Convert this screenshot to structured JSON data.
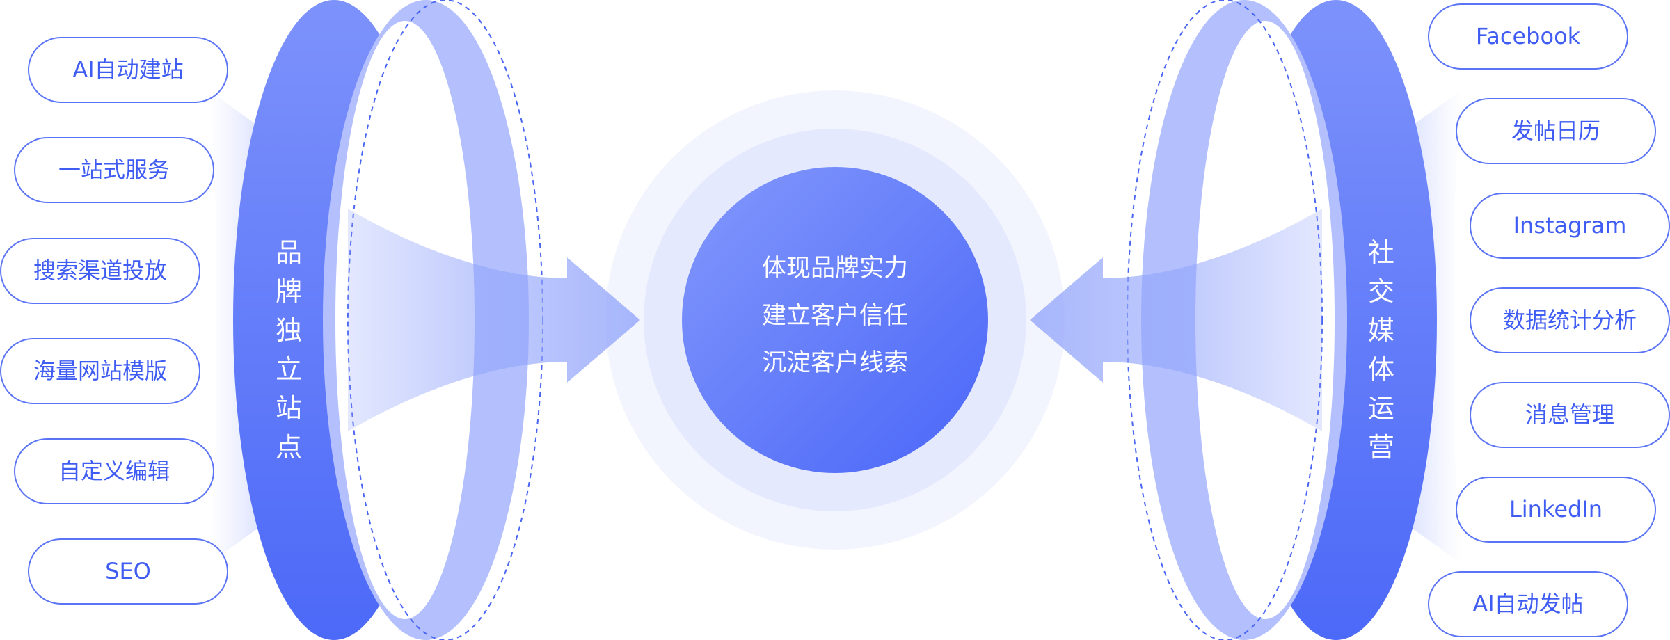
{
  "left_ring": {
    "title_chars": [
      "品",
      "牌",
      "独",
      "立",
      "站",
      "点"
    ],
    "features": [
      "AI自动建站",
      "一站式服务",
      "搜索渠道投放",
      "海量网站模版",
      "自定义编辑",
      "SEO"
    ]
  },
  "right_ring": {
    "title_chars": [
      "社",
      "交",
      "媒",
      "体",
      "运",
      "营"
    ],
    "features": [
      "Facebook",
      "发帖日历",
      "Instagram",
      "数据统计分析",
      "消息管理",
      "LinkedIn",
      "AI自动发帖"
    ]
  },
  "center": {
    "lines": [
      "体现品牌实力",
      "建立客户信任",
      "沉淀客户线索"
    ]
  },
  "colors": {
    "ring_dark": "#4f6df8",
    "ring_light": "#7d92fb",
    "pill_border": "#5b74f6",
    "pill_text": "#3f5cf3",
    "halo_outer": "#f3f5fe",
    "halo_inner": "#e4e9fd"
  }
}
